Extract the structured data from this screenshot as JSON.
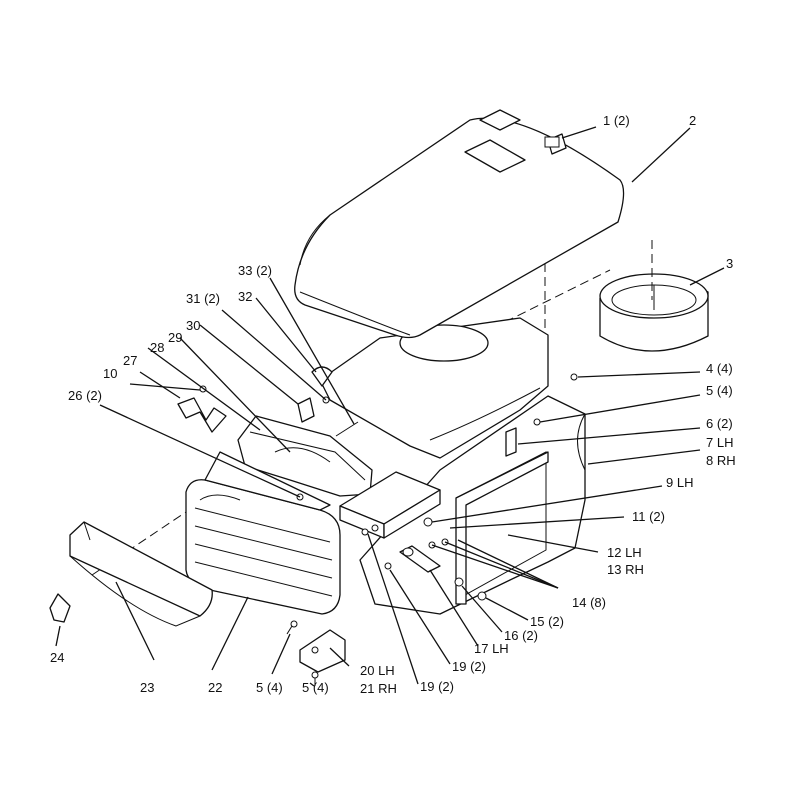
{
  "callouts": [
    {
      "id": "c1",
      "text": "1 (2)"
    },
    {
      "id": "c2",
      "text": "2"
    },
    {
      "id": "c3",
      "text": "3"
    },
    {
      "id": "c4",
      "text": "4 (4)"
    },
    {
      "id": "c5",
      "text": "5 (4)"
    },
    {
      "id": "c6",
      "text": "6 (2)"
    },
    {
      "id": "c7",
      "text": "7 LH"
    },
    {
      "id": "c8",
      "text": "8 RH"
    },
    {
      "id": "c9",
      "text": "9 LH"
    },
    {
      "id": "c10",
      "text": "10"
    },
    {
      "id": "c11",
      "text": "11 (2)"
    },
    {
      "id": "c12",
      "text": "12 LH"
    },
    {
      "id": "c13",
      "text": "13 RH"
    },
    {
      "id": "c14",
      "text": "14 (8)"
    },
    {
      "id": "c15",
      "text": "15 (2)"
    },
    {
      "id": "c16",
      "text": "16 (2)"
    },
    {
      "id": "c17",
      "text": "17 LH"
    },
    {
      "id": "c19a",
      "text": "19 (2)"
    },
    {
      "id": "c19b",
      "text": "19 (2)"
    },
    {
      "id": "c20",
      "text": "20 LH"
    },
    {
      "id": "c21",
      "text": "21 RH"
    },
    {
      "id": "c22",
      "text": "22"
    },
    {
      "id": "c23",
      "text": "23"
    },
    {
      "id": "c24",
      "text": "24"
    },
    {
      "id": "c5b",
      "text": "5 (4)"
    },
    {
      "id": "c5c",
      "text": "5 (4)"
    },
    {
      "id": "c26",
      "text": "26 (2)"
    },
    {
      "id": "c27",
      "text": "27"
    },
    {
      "id": "c28",
      "text": "28"
    },
    {
      "id": "c29",
      "text": "29"
    },
    {
      "id": "c30",
      "text": "30"
    },
    {
      "id": "c31",
      "text": "31 (2)"
    },
    {
      "id": "c32",
      "text": "32"
    },
    {
      "id": "c33",
      "text": "33 (2)"
    }
  ]
}
